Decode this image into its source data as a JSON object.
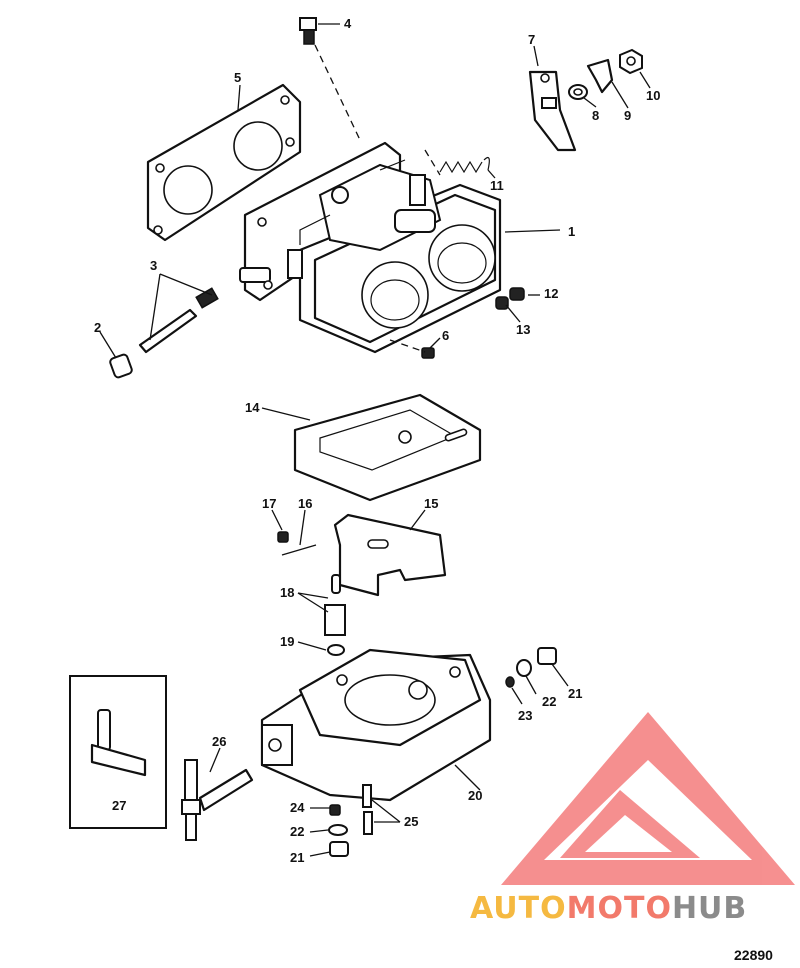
{
  "figure_number": "22890",
  "watermark": {
    "part1": "AUTO",
    "part2": "MOTO",
    "part3": "HUB",
    "color_part1": "#f5b941",
    "color_part2": "#f27a6b",
    "color_part3": "#8b8b8b",
    "logo_color": "#f47c7c"
  },
  "callouts": [
    "1",
    "2",
    "3",
    "4",
    "5",
    "6",
    "7",
    "8",
    "9",
    "10",
    "11",
    "12",
    "13",
    "14",
    "15",
    "16",
    "17",
    "18",
    "19",
    "20",
    "21",
    "22",
    "23",
    "24",
    "25",
    "26",
    "27"
  ],
  "callout_21_lower": "21",
  "callout_22_lower": "22"
}
